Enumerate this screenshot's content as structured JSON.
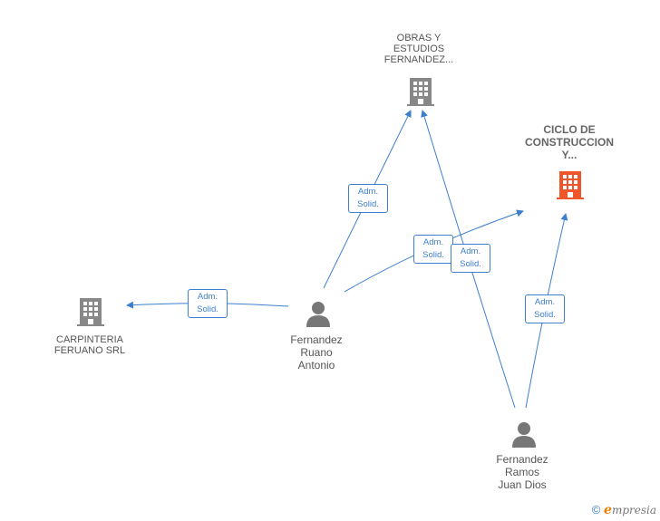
{
  "nodes": {
    "obras": {
      "lines": [
        "OBRAS Y",
        "ESTUDIOS",
        "FERNANDEZ..."
      ],
      "color": "#888888"
    },
    "ciclo": {
      "lines": [
        "CICLO DE",
        "CONSTRUCCION",
        "Y..."
      ],
      "color": "#f0562b"
    },
    "carpinteria": {
      "lines": [
        "CARPINTERIA",
        "FERUANO SRL"
      ],
      "color": "#888888"
    },
    "ruano": {
      "lines": [
        "Fernandez",
        "Ruano",
        "Antonio"
      ]
    },
    "ramos": {
      "lines": [
        "Fernandez",
        "Ramos",
        "Juan Dios"
      ]
    }
  },
  "edges": [
    {
      "line1": "Adm.",
      "line2": "Solid."
    },
    {
      "line1": "Adm.",
      "line2": "Solid."
    },
    {
      "line1": "Adm.",
      "line2": "Solid."
    },
    {
      "line1": "Adm.",
      "line2": "Solid."
    },
    {
      "line1": "Adm.",
      "line2": "Solid."
    }
  ],
  "colors": {
    "edge": "#3d7fcf",
    "person": "#777777"
  },
  "footer": {
    "copyright": "©",
    "brand_initial": "e",
    "brand_rest": "mpresia"
  }
}
